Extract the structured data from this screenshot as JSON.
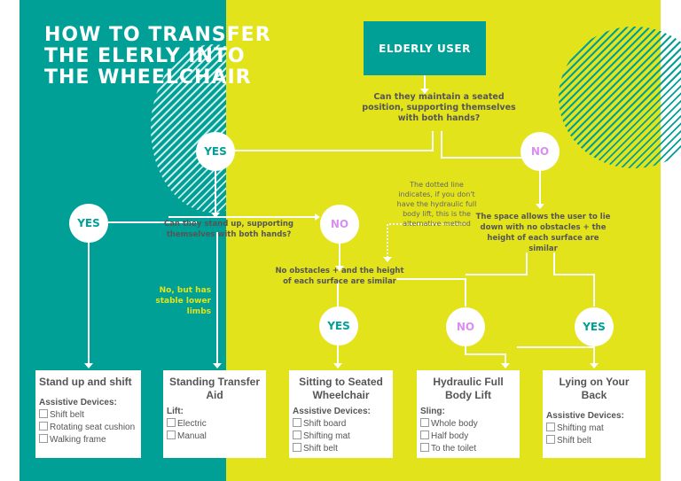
{
  "title": [
    "HOW TO TRANSFER",
    "THE ELERLY INTO",
    "THE WHEELCHAIR"
  ],
  "start": "ELDERLY USER",
  "q1": "Can they maintain a seated position, supporting themselves with both hands?",
  "q2": "Can they stand up, supporting themselves with both hands?",
  "q3": "No obstacles + and the height of each surface are similar",
  "q4": "The space allows the user to lie down with no obstacles + the height of each surface are similar",
  "note": "The dotted line indicates, if you don't have the hydraulic full body lift, this is the alternative method",
  "side_note": "No, but has stable lower limbs",
  "yes": "YES",
  "no": "NO",
  "boxes": [
    {
      "title": "Stand up and shift",
      "label": "Assistive Devices:",
      "items": [
        "Shift belt",
        "Rotating seat cushion",
        "Walking frame"
      ]
    },
    {
      "title": "Standing Transfer Aid",
      "label": "Lift:",
      "items": [
        "Electric",
        "Manual"
      ]
    },
    {
      "title": "Sitting to Seated Wheelchair",
      "label": "Assistive Devices:",
      "items": [
        "Shift board",
        "Shifting mat",
        "Shift belt"
      ]
    },
    {
      "title": "Hydraulic Full Body Lift",
      "label": "Sling:",
      "items": [
        "Whole body",
        "Half body",
        "To the toilet"
      ]
    },
    {
      "title": "Lying on Your Back",
      "label": "Assistive Devices:",
      "items": [
        "Shifting mat",
        "Shift belt"
      ]
    }
  ],
  "colors": {
    "teal": "#00a096",
    "yellow": "#e2e31b",
    "no": "#d98ef0"
  }
}
